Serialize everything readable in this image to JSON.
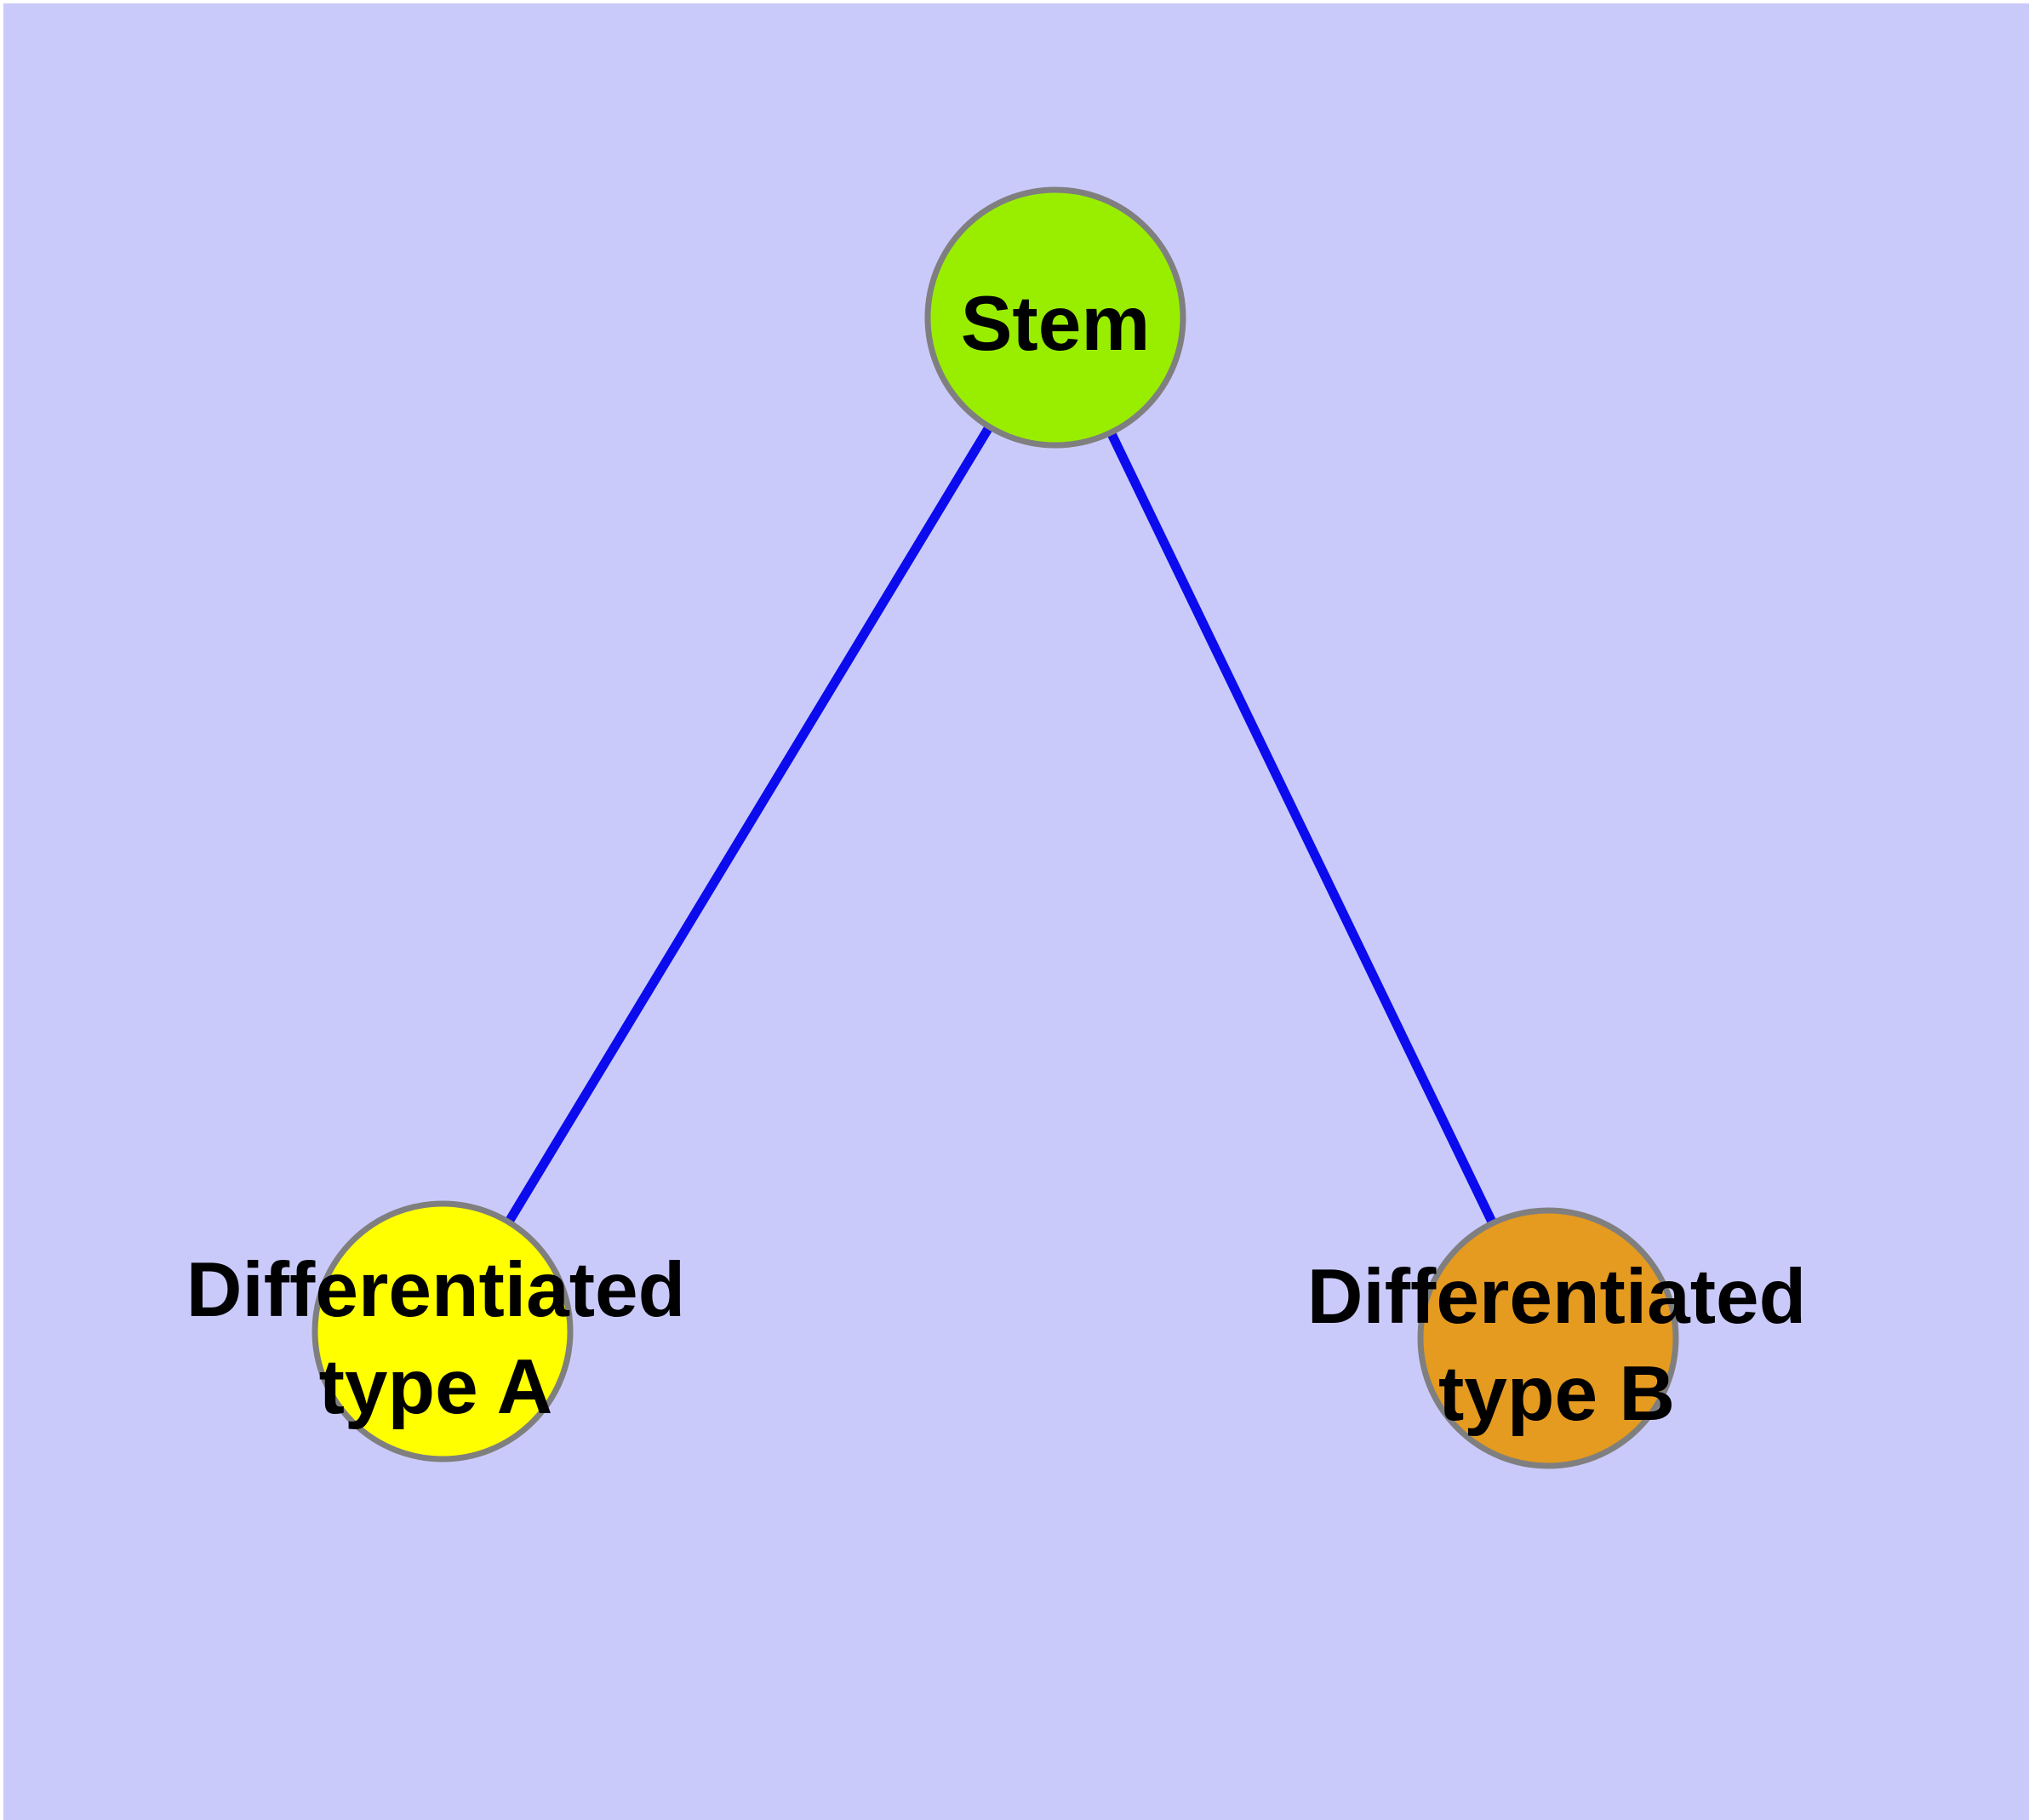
{
  "diagram": {
    "background_color": "#CACAFA",
    "frame_color": "#FFFFFF",
    "edge_color": "#0B0BEE",
    "node_border_color": "#7F7F7F",
    "label_color": "#000000",
    "nodes": [
      {
        "id": "stem",
        "label": "Stem",
        "fill": "#99EE00"
      },
      {
        "id": "differentiated-type-a",
        "label_line1": "Differentiated",
        "label_line2": "type A",
        "fill": "#FFFF00"
      },
      {
        "id": "differentiated-type-b",
        "label_line1": "Differentiated",
        "label_line2": "type B",
        "fill": "#E59A20"
      }
    ],
    "edges": [
      {
        "from": "Stem",
        "to": "Differentiated type A"
      },
      {
        "from": "Stem",
        "to": "Differentiated type B"
      }
    ]
  }
}
